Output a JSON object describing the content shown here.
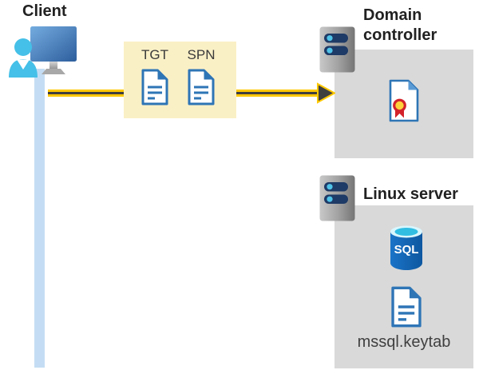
{
  "client": {
    "label": "Client"
  },
  "token_box": {
    "tgt": "TGT",
    "spn": "SPN"
  },
  "domain_controller": {
    "label": "Domain controller"
  },
  "linux_server": {
    "label": "Linux server",
    "sql_label": "SQL",
    "keytab_filename": "mssql.keytab"
  },
  "colors": {
    "zone_box_gray": "#d9d9d9",
    "token_box_yellow": "#faf0c6",
    "arrow_yellow": "#ffc800",
    "arrow_dark": "#3f3f3f",
    "document_blue": "#2e75b6",
    "client_line_blue": "#c4ddf4",
    "person_cyan": "#45c0e8",
    "server_pill_navy": "#1e3a66",
    "sql_body_blue": "#1064b4",
    "sql_top_cyan": "#31bde2",
    "certificate_red": "#d3222a",
    "certificate_yellow": "#ffd23b",
    "heading_text": "#212121"
  }
}
